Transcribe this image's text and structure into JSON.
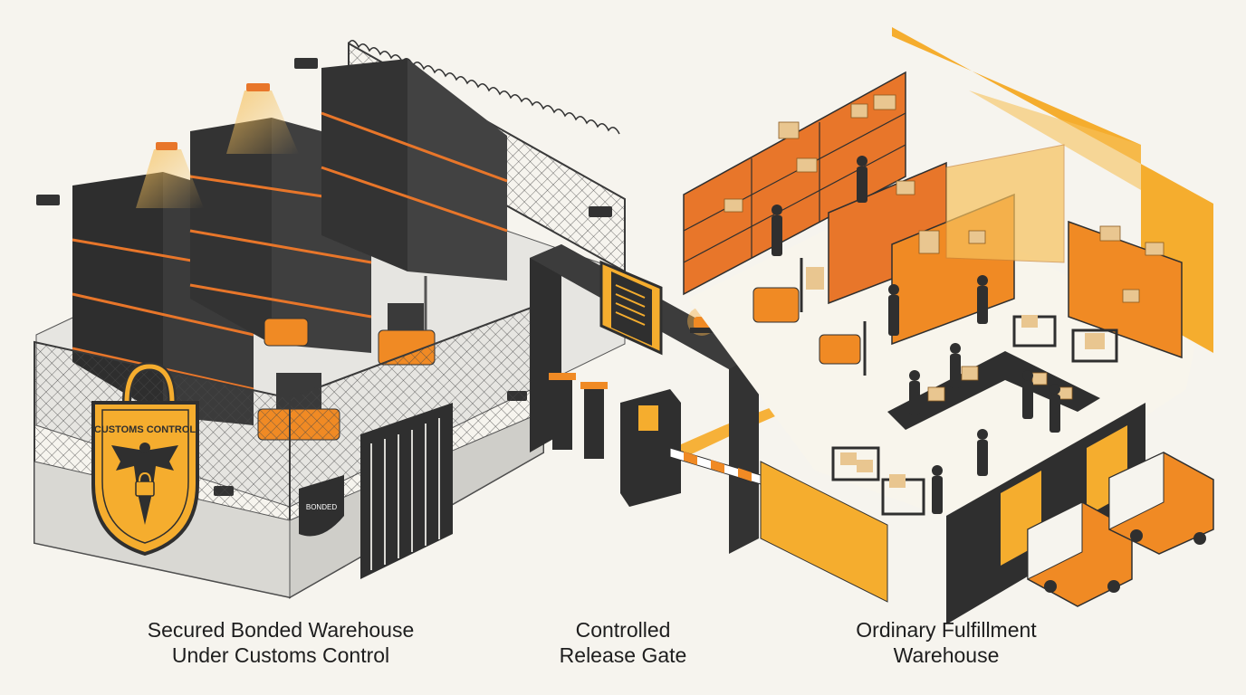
{
  "sections": [
    {
      "line1": "Secured Bonded Warehouse",
      "line2": "Under Customs Control"
    },
    {
      "line1": "Controlled",
      "line2": "Release Gate"
    },
    {
      "line1": "Ordinary Fulfillment",
      "line2": "Warehouse"
    }
  ],
  "badges": {
    "shield_text": "CUSTOMS CONTROL",
    "wall_sign": "BONDED"
  },
  "colors": {
    "accent_orange": "#f08a24",
    "amber": "#f5ad2e",
    "dark": "#2f2f2f",
    "background": "#f6f4ee"
  }
}
